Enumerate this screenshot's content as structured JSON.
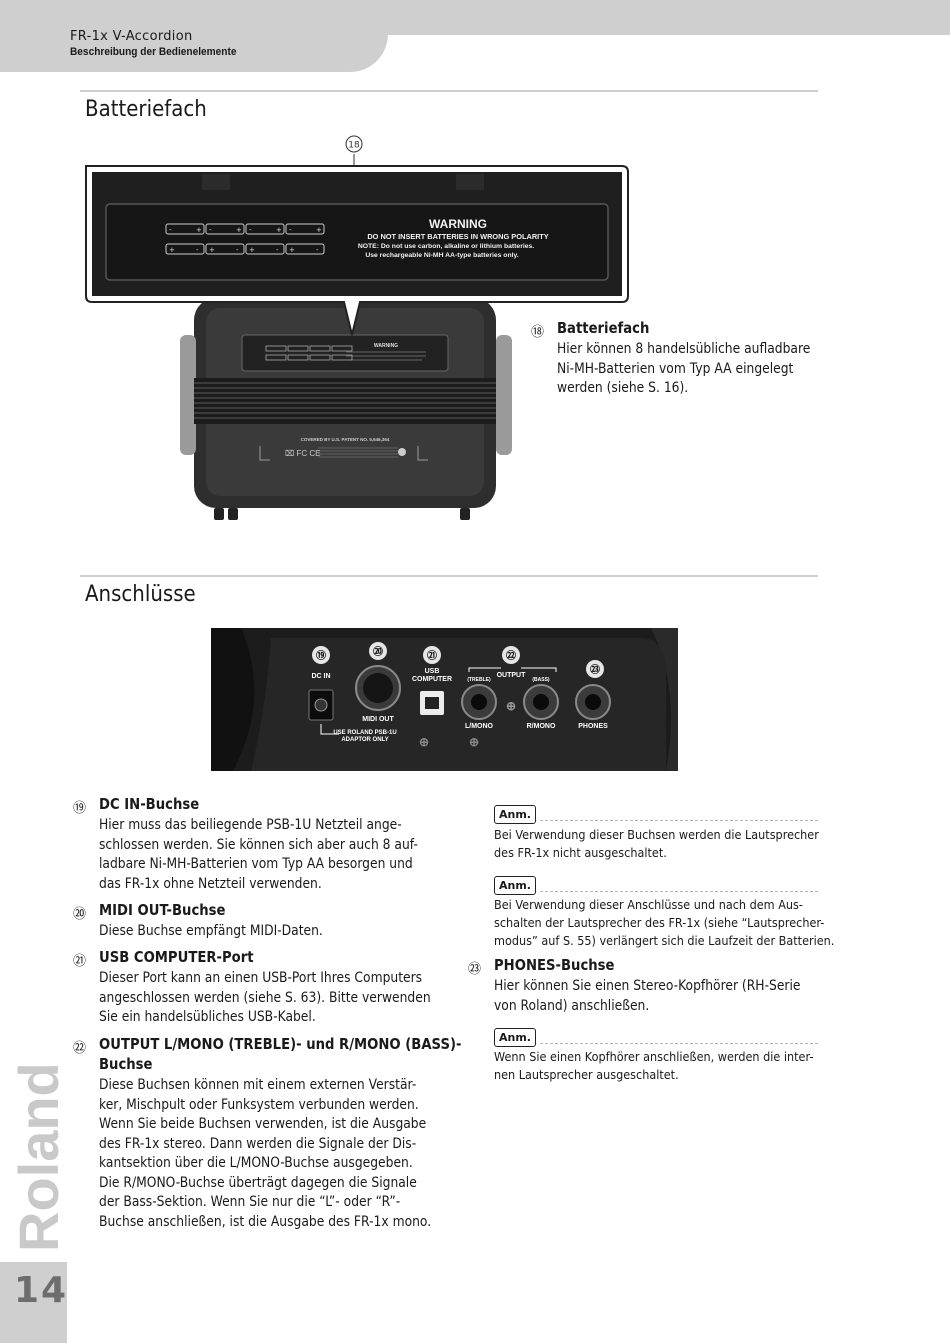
{
  "header": {
    "title": "FR-1x V-Accordion",
    "subtitle": "Beschreibung der Bedienelemente"
  },
  "sidebar": {
    "brand": "Roland",
    "page_number": "14"
  },
  "sections": {
    "battery": {
      "heading": "Batteriefach"
    },
    "connections": {
      "heading": "Anschlüsse"
    }
  },
  "battery_figure": {
    "callout": "⑱",
    "warning_title": "WARNING",
    "warning_line1": "DO NOT INSERT BATTERIES IN WRONG POLARITY",
    "warning_line2": "NOTE: Do not use carbon, alkaline or lithium batteries.",
    "warning_line3": "Use rechargeable Ni-MH AA-type batteries only.",
    "small_warning_title": "WARNING",
    "patent": "COVERED BY U.S. PATENT NO. 5,646,364"
  },
  "items": {
    "i18": {
      "num": "⑱",
      "title": "Batteriefach",
      "lines": [
        "Hier können 8 handelsübliche aufladbare",
        "Ni-MH-Batterien vom Typ AA eingelegt",
        "werden (siehe S. 16)."
      ]
    },
    "i19": {
      "num": "⑲",
      "title": "DC IN-Buchse",
      "lines": [
        "Hier muss das beiliegende PSB-1U Netzteil ange-",
        "schlossen werden. Sie können sich aber auch 8 auf-",
        "ladbare Ni-MH-Batterien vom Typ AA besorgen und",
        "das FR-1x ohne Netzteil verwenden."
      ]
    },
    "i20": {
      "num": "⑳",
      "title": "MIDI OUT-Buchse",
      "lines": [
        "Diese Buchse empfängt MIDI-Daten."
      ]
    },
    "i21": {
      "num": "㉑",
      "title": "USB COMPUTER-Port",
      "lines": [
        "Dieser Port kann an einen USB-Port Ihres Computers",
        "angeschlossen werden (siehe S. 63). Bitte verwenden",
        "Sie ein handelsübliches USB-Kabel."
      ]
    },
    "i22": {
      "num": "㉒",
      "title_line1": "OUTPUT L/MONO (TREBLE)- und R/MONO (BASS)-",
      "title_line2": "Buchse",
      "lines": [
        "Diese Buchsen können mit einem externen Verstär-",
        "ker, Mischpult oder Funksystem verbunden werden.",
        "Wenn Sie beide Buchsen verwenden, ist die Ausgabe",
        "des FR-1x stereo. Dann werden die Signale der Dis-",
        "kantsektion über die L/MONO-Buchse ausgegeben.",
        "Die R/MONO-Buchse überträgt dagegen die Signale",
        "der Bass-Sektion. Wenn Sie nur die “L”- oder “R”-",
        "Buchse anschließen, ist die Ausgabe des FR-1x mono."
      ]
    },
    "i23": {
      "num": "㉓",
      "title": "PHONES-Buchse",
      "lines": [
        "Hier können Sie einen Stereo-Kopfhörer (RH-Serie",
        "von Roland) anschließen."
      ]
    }
  },
  "notes": {
    "badge": "Anm.",
    "n1": [
      "Bei Verwendung dieser Buchsen werden die Lautsprecher",
      "des FR-1x nicht ausgeschaltet."
    ],
    "n2": [
      "Bei Verwendung dieser Anschlüsse und nach dem Aus-",
      "schalten der Lautsprecher des FR-1x (siehe “Lautsprecher-",
      "modus” auf S. 55) verlängert sich die Laufzeit der Batterien."
    ],
    "n3": [
      "Wenn Sie einen Kopfhörer anschließen, werden die inter-",
      "nen Lautsprecher ausgeschaltet."
    ]
  },
  "jack_panel": {
    "dc_num": "⑲",
    "dc_label": "DC IN",
    "midi_num": "⑳",
    "midi_label": "MIDI OUT",
    "usb_num": "㉑",
    "usb_label1": "USB",
    "usb_label2": "COMPUTER",
    "output_num": "㉒",
    "output_label": "OUTPUT",
    "treble_label": "(TREBLE)",
    "bass_label": "(BASS)",
    "lmono_label": "L/MONO",
    "rmono_label": "R/MONO",
    "phones_num": "㉓",
    "phones_label": "PHONES",
    "adaptor_line1": "USE ROLAND PSB-1U",
    "adaptor_line2": "ADAPTOR ONLY"
  }
}
